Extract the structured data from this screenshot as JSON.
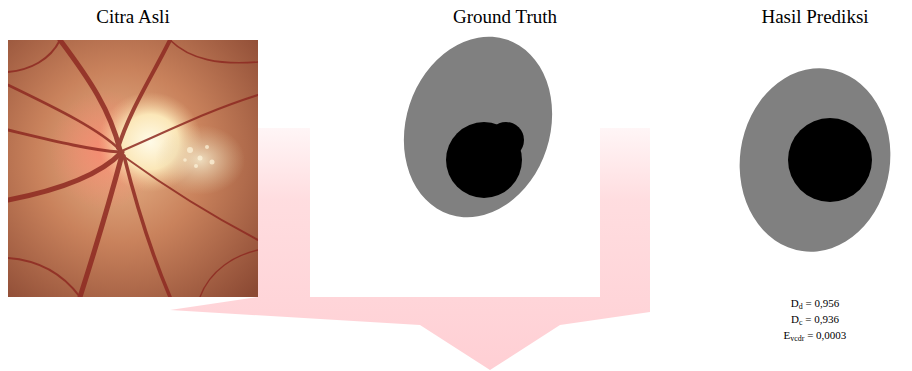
{
  "diagram": {
    "labels": [
      "Citra Asli",
      "Ground Truth",
      "Hasil Prediksi",
      "Dd = 0,956",
      "Dc = 0,936",
      "Evcdr = 0,0003"
    ]
  }
}
